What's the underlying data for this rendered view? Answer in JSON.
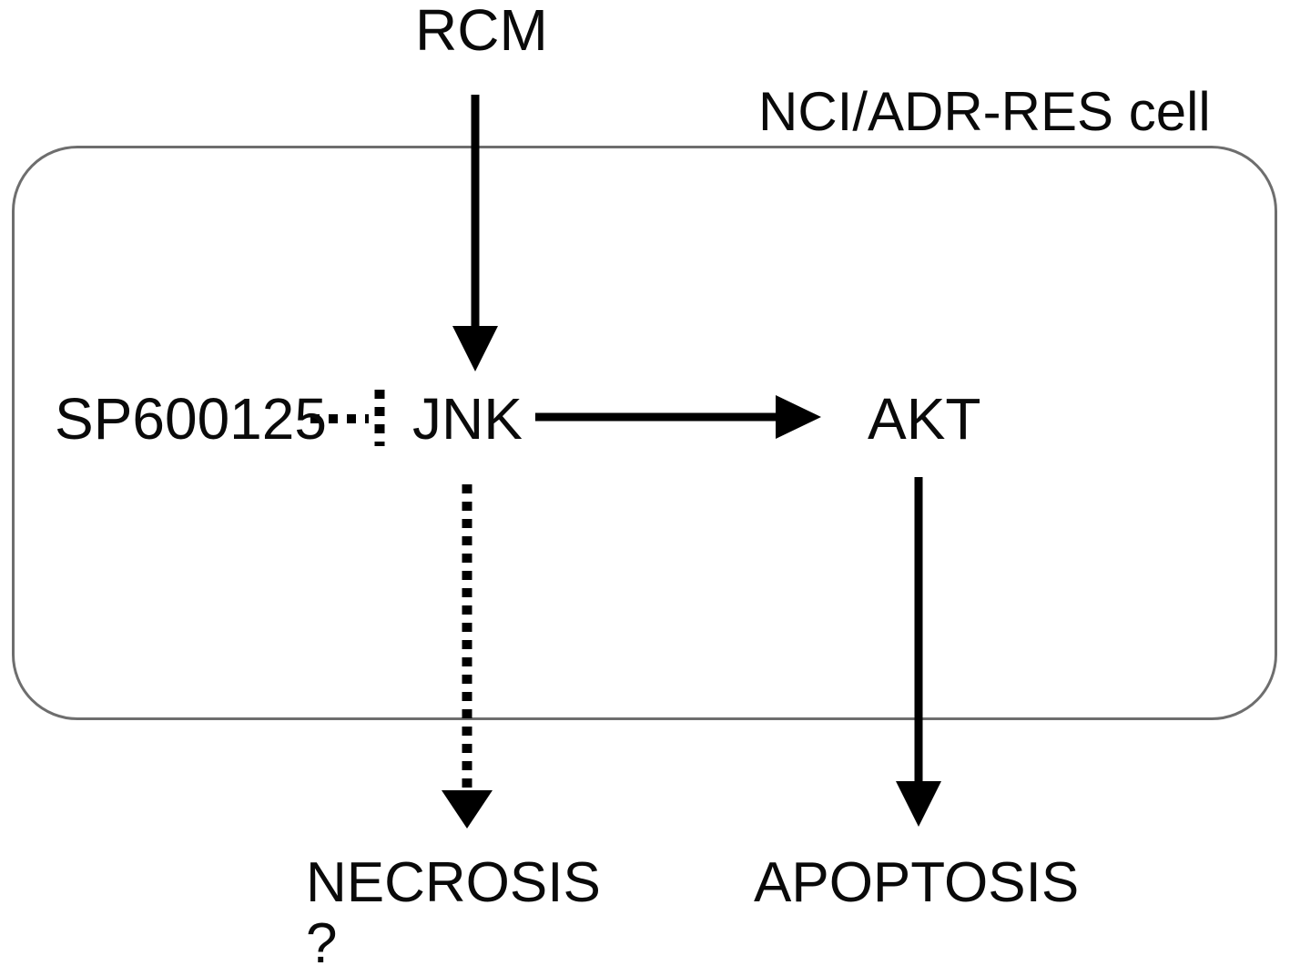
{
  "figure": {
    "type": "pathway-diagram",
    "background_color": "#ffffff",
    "text_color": "#0a0a0a",
    "membrane_color": "#6e6e6e",
    "arrow_color": "#000000"
  },
  "compartments": [
    {
      "id": "cell",
      "name": "cell-boundary",
      "label": "NCI/ADR-RES cell",
      "shape": "rounded-rectangle"
    }
  ],
  "nodes": [
    {
      "id": "rcm",
      "label": "RCM",
      "location": "outside-cell-top"
    },
    {
      "id": "sp600125",
      "label": "SP600125",
      "location": "inside-cell-left"
    },
    {
      "id": "jnk",
      "label": "JNK",
      "location": "inside-cell-center"
    },
    {
      "id": "akt",
      "label": "AKT",
      "location": "inside-cell-right"
    },
    {
      "id": "necrosis",
      "label": "NECROSIS",
      "location": "outside-cell-bottom-left"
    },
    {
      "id": "necrosis_question",
      "label": "?",
      "location": "outside-cell-bottom-left"
    },
    {
      "id": "apoptosis",
      "label": "APOPTOSIS",
      "location": "outside-cell-bottom-right"
    }
  ],
  "edges": [
    {
      "id": "rcm-to-jnk",
      "from": "RCM",
      "to": "JNK",
      "style": "solid",
      "head": "arrow",
      "orientation": "vertical"
    },
    {
      "id": "sp600125-inhibits-jnk",
      "from": "SP600125",
      "to": "JNK",
      "style": "dotted",
      "head": "bar",
      "orientation": "horizontal",
      "meaning": "inhibition"
    },
    {
      "id": "jnk-to-akt",
      "from": "JNK",
      "to": "AKT",
      "style": "solid",
      "head": "arrow",
      "orientation": "horizontal"
    },
    {
      "id": "jnk-to-necrosis",
      "from": "JNK",
      "to": "NECROSIS",
      "style": "dotted",
      "head": "arrow",
      "orientation": "vertical"
    },
    {
      "id": "akt-to-apoptosis",
      "from": "AKT",
      "to": "APOPTOSIS",
      "style": "solid",
      "head": "arrow",
      "orientation": "vertical"
    }
  ]
}
